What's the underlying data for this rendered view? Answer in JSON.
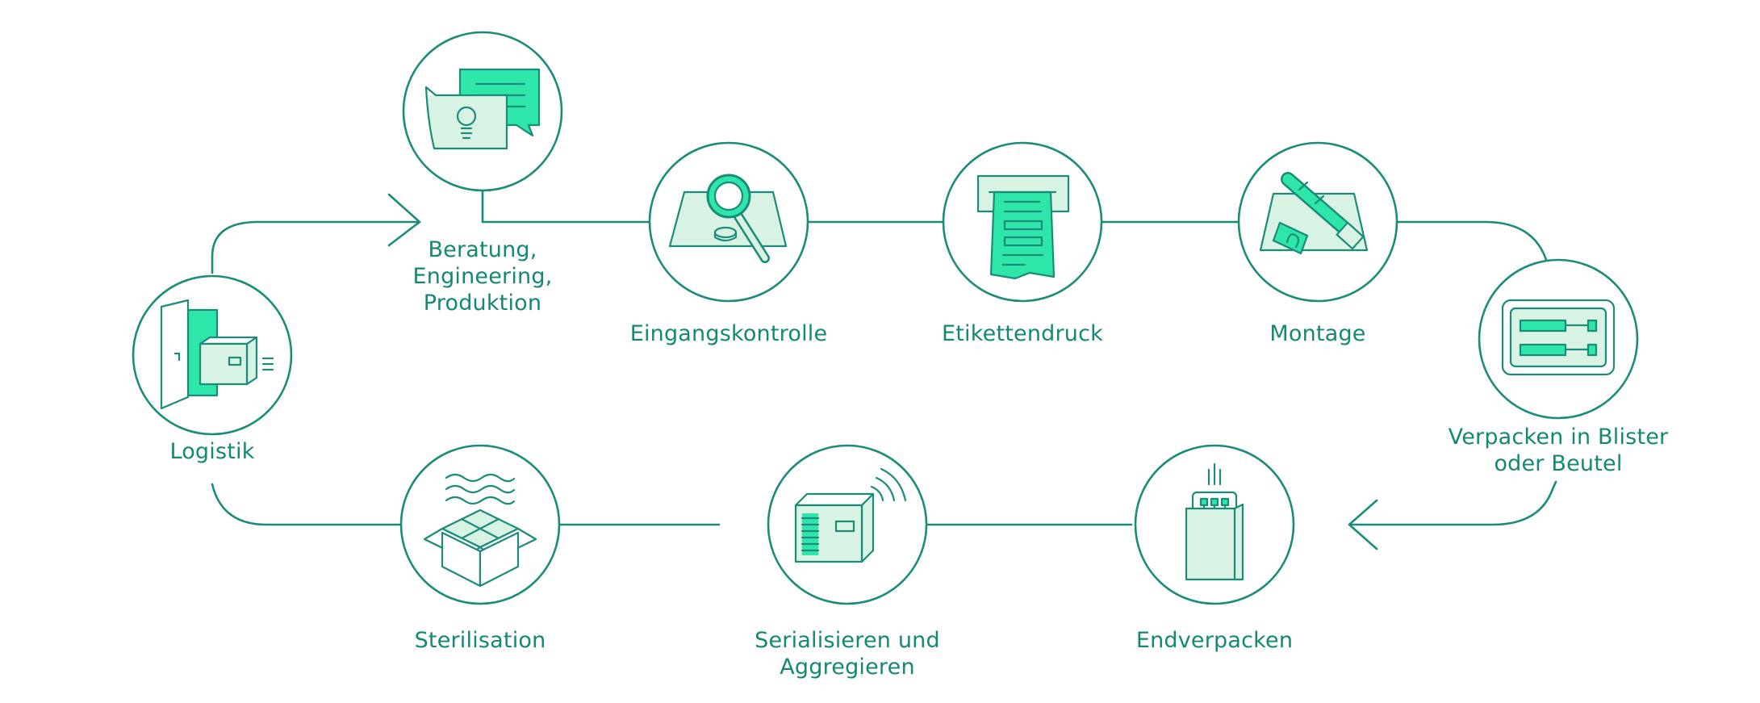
{
  "colors": {
    "line": "#1a8c79",
    "accent": "#2ee6aa",
    "light_fill": "#d8f2e3",
    "text": "#138874"
  },
  "steps": [
    {
      "id": "beratung",
      "lines": [
        "Beratung,",
        "Engineering,",
        "Produktion"
      ],
      "icon": "speech-bubbles-lightbulb-icon"
    },
    {
      "id": "eingangskontrolle",
      "lines": [
        "Eingangskontrolle"
      ],
      "icon": "magnifier-icon"
    },
    {
      "id": "etikettendruck",
      "lines": [
        "Etikettendruck"
      ],
      "icon": "label-printer-icon"
    },
    {
      "id": "montage",
      "lines": [
        "Montage"
      ],
      "icon": "syringe-assembly-icon"
    },
    {
      "id": "verpacken",
      "lines": [
        "Verpacken in Blister",
        "oder Beutel"
      ],
      "icon": "blister-pack-icon"
    },
    {
      "id": "endverpacken",
      "lines": [
        "Endverpacken"
      ],
      "icon": "bag-package-icon"
    },
    {
      "id": "serialisieren",
      "lines": [
        "Serialisieren und",
        "Aggregieren"
      ],
      "icon": "rfid-box-icon"
    },
    {
      "id": "sterilisation",
      "lines": [
        "Sterilisation"
      ],
      "icon": "steam-box-icon"
    },
    {
      "id": "logistik",
      "lines": [
        "Logistik"
      ],
      "icon": "door-box-icon"
    }
  ]
}
